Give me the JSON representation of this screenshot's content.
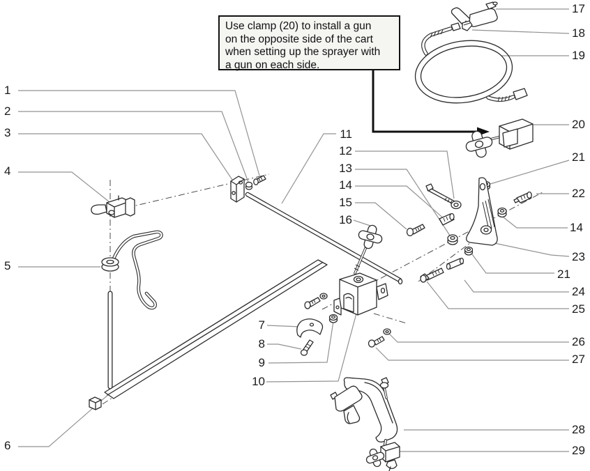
{
  "note": {
    "text": "Use clamp (20) to install a gun\non the opposite side of the cart\nwhen setting up the sprayer with\na gun on each side."
  },
  "callouts": [
    {
      "id": "callout-1",
      "label": "1"
    },
    {
      "id": "callout-2",
      "label": "2"
    },
    {
      "id": "callout-3",
      "label": "3"
    },
    {
      "id": "callout-4",
      "label": "4"
    },
    {
      "id": "callout-5",
      "label": "5"
    },
    {
      "id": "callout-6",
      "label": "6"
    },
    {
      "id": "callout-7",
      "label": "7"
    },
    {
      "id": "callout-8",
      "label": "8"
    },
    {
      "id": "callout-9",
      "label": "9"
    },
    {
      "id": "callout-10",
      "label": "10"
    },
    {
      "id": "callout-11",
      "label": "11"
    },
    {
      "id": "callout-12",
      "label": "12"
    },
    {
      "id": "callout-13",
      "label": "13"
    },
    {
      "id": "callout-14",
      "label": "14"
    },
    {
      "id": "callout-15",
      "label": "15"
    },
    {
      "id": "callout-16",
      "label": "16"
    },
    {
      "id": "callout-17",
      "label": "17"
    },
    {
      "id": "callout-18",
      "label": "18"
    },
    {
      "id": "callout-19",
      "label": "19"
    },
    {
      "id": "callout-20",
      "label": "20"
    },
    {
      "id": "callout-21",
      "label": "21"
    },
    {
      "id": "callout-22",
      "label": "22"
    },
    {
      "id": "callout-14-duplicate",
      "label": "14"
    },
    {
      "id": "callout-23",
      "label": "23"
    },
    {
      "id": "callout-21-duplicate",
      "label": "21"
    },
    {
      "id": "callout-24",
      "label": "24"
    },
    {
      "id": "callout-25",
      "label": "25"
    },
    {
      "id": "callout-26",
      "label": "26"
    },
    {
      "id": "callout-27",
      "label": "27"
    },
    {
      "id": "callout-28",
      "label": "28"
    },
    {
      "id": "callout-29",
      "label": "29"
    }
  ],
  "colors": {
    "background": "#ffffff",
    "line": "#2b2b2b",
    "leader": "#929292",
    "note_border": "#111111",
    "note_background": "#f5f5f2",
    "label_text": "#1a1a1a"
  }
}
